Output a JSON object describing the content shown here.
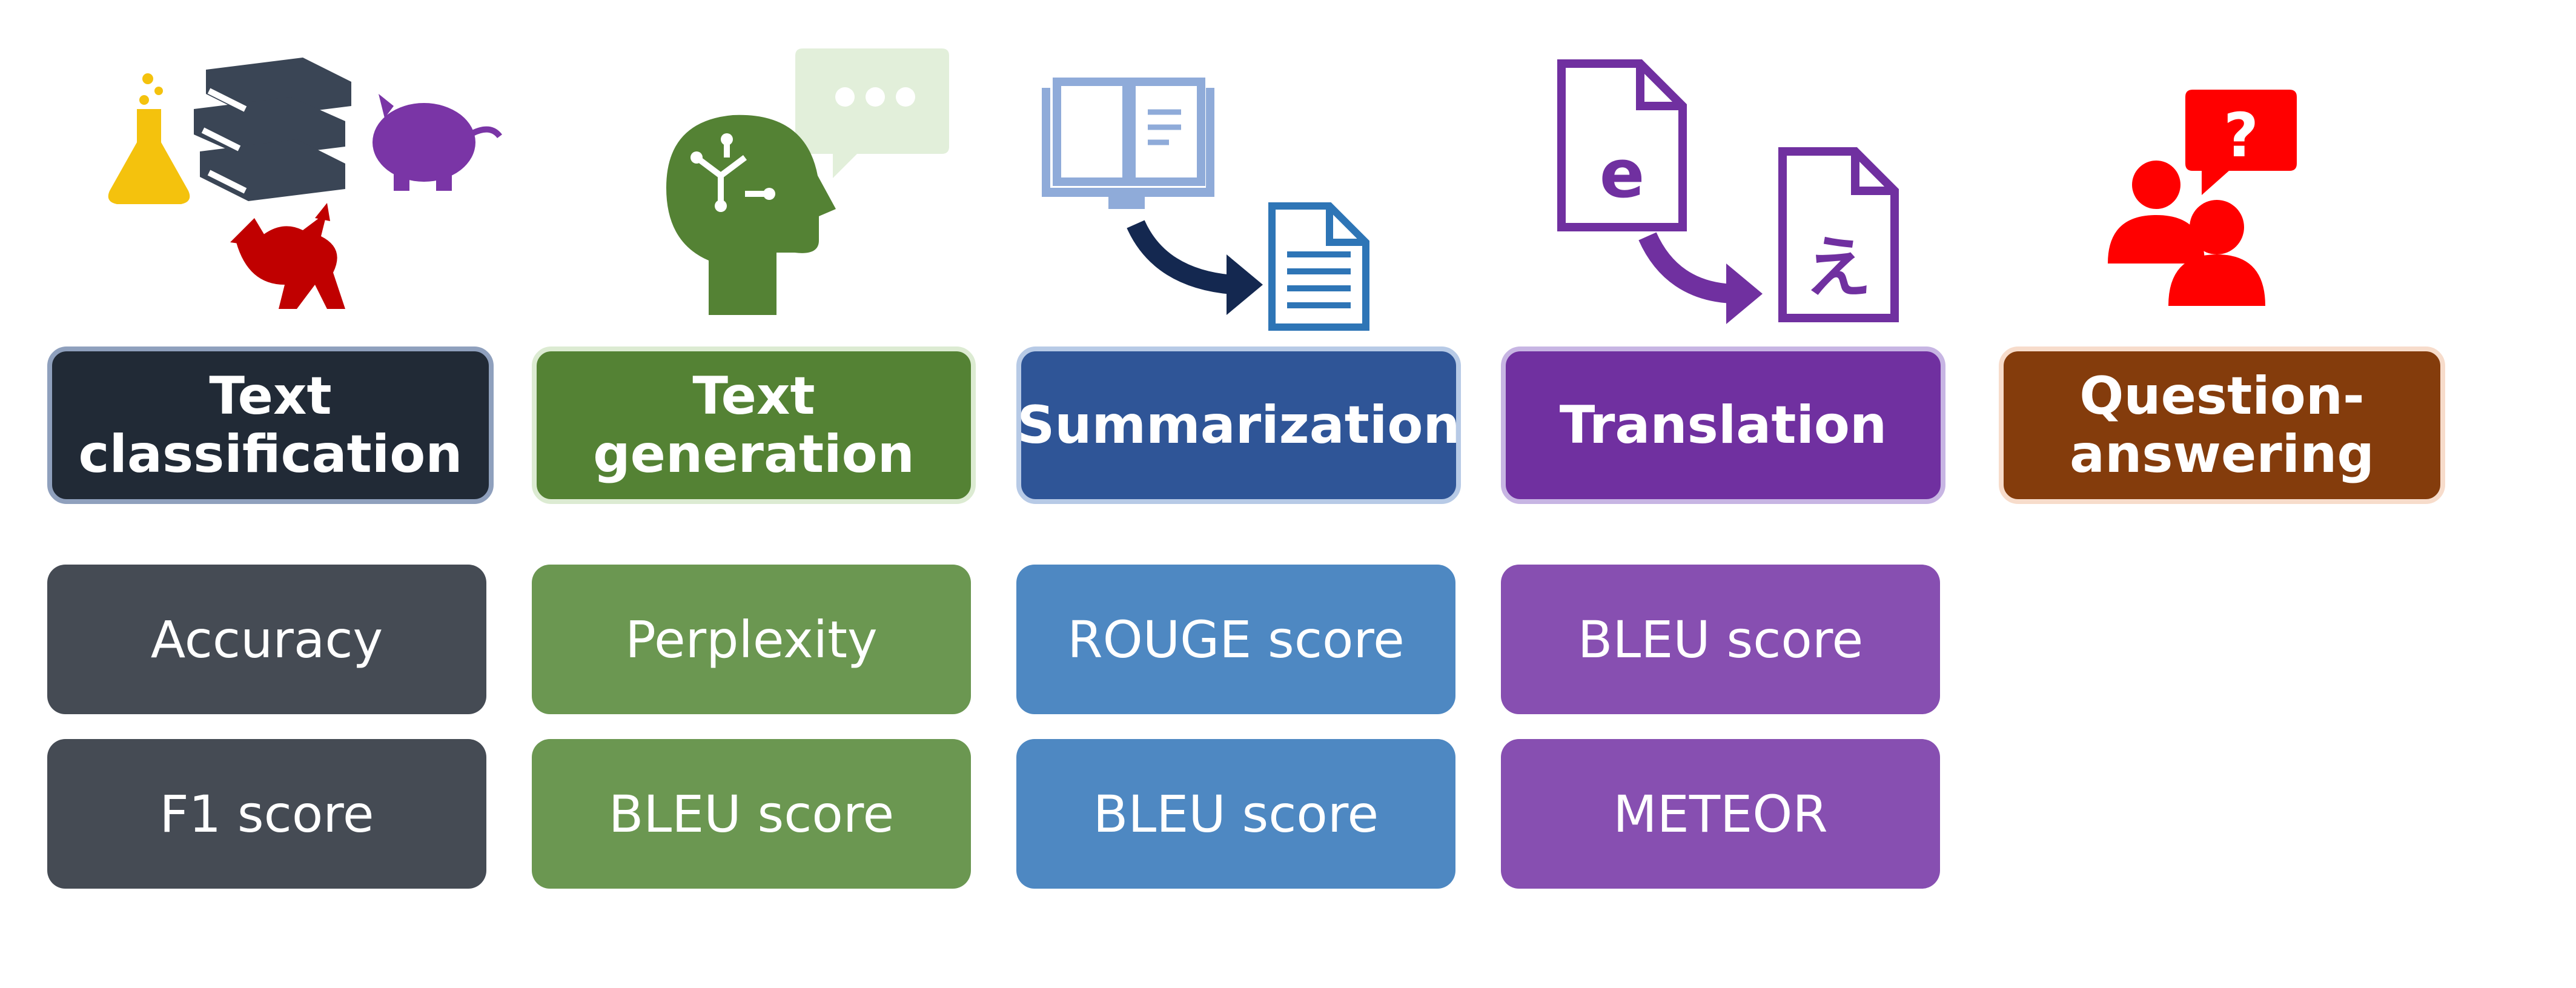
{
  "colors": {
    "classification": "#212a36",
    "classification_border": "#8fa0bd",
    "generation": "#548234",
    "generation_border": "#dcebd2",
    "summarization": "#2f5597",
    "summarization_border": "#b7cae6",
    "translation": "#7030a0",
    "translation_border": "#c7b5e3",
    "qa": "#843c0c",
    "qa_border": "#f7dccb",
    "metric_classification": "#454b54",
    "metric_generation": "#6b9751",
    "metric_summarization": "#4e88c2",
    "metric_translation": "#874fb1"
  },
  "icons": {
    "classification": [
      "flask-icon",
      "books-icon",
      "piggy-bank-icon",
      "dragon-icon"
    ],
    "generation": [
      "brain-head-icon",
      "speech-bubble-icon"
    ],
    "summarization": [
      "open-book-icon",
      "arrow-icon",
      "document-icon"
    ],
    "translation": [
      "english-document-icon",
      "arrow-icon",
      "japanese-document-icon"
    ],
    "qa": [
      "people-icon",
      "question-bubble-icon"
    ]
  },
  "tasks": [
    {
      "line1": "Text",
      "line2": "classification",
      "metrics": [
        "Accuracy",
        "F1 score"
      ]
    },
    {
      "line1": "Text",
      "line2": "generation",
      "metrics": [
        "Perplexity",
        "BLEU score"
      ]
    },
    {
      "line1": "Summarization",
      "line2": "",
      "metrics": [
        "ROUGE score",
        "BLEU score"
      ]
    },
    {
      "line1": "Translation",
      "line2": "",
      "metrics": [
        "BLEU score",
        "METEOR"
      ]
    },
    {
      "line1": "Question-",
      "line2": "answering",
      "metrics": []
    }
  ],
  "icon_labels": {
    "english_letter": "e",
    "japanese_letter": "え",
    "question_mark": "?",
    "ellipsis": "..."
  }
}
